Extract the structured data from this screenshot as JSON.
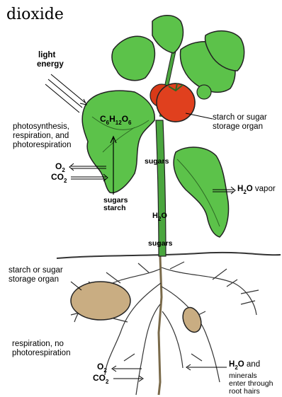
{
  "header": {
    "word": "dioxide"
  },
  "labels": {
    "light_energy_line1": "light",
    "light_energy_line2": "energy",
    "photosynthesis_line1": "photosynthesis,",
    "photosynthesis_line2": "respiration, and",
    "photosynthesis_line3": "photorespiration",
    "glucose": {
      "c": "C",
      "c_sub": "6",
      "h": "H",
      "h_sub": "12",
      "o": "O",
      "o_sub": "6"
    },
    "leaf_o2": {
      "main": "O",
      "sub": "2"
    },
    "leaf_co2": {
      "main": "CO",
      "sub": "2"
    },
    "sugars_starch_line1": "sugars",
    "sugars_starch_line2": "starch",
    "fruit_storage_line1": "starch or sugar",
    "fruit_storage_line2": "storage organ",
    "stem_sugars_upper": "sugars",
    "h2o_vapor": {
      "h": "H",
      "sub": "2",
      "o": "O",
      "rest": " vapor"
    },
    "stem_h2o": {
      "h": "H",
      "sub": "2",
      "o": "O"
    },
    "stem_sugars_lower": "sugars",
    "root_storage_line1": "starch or sugar",
    "root_storage_line2": "storage organ",
    "respiration_line1": "respiration, no",
    "respiration_line2": "photorespiration",
    "root_o2": {
      "main": "O",
      "sub": "2"
    },
    "root_co2": {
      "main": "CO",
      "sub": "2"
    },
    "minerals": {
      "h": "H",
      "sub": "2",
      "o": "O",
      "rest": " and",
      "line2": "minerals",
      "line3": "enter through",
      "line4": "root hairs"
    }
  },
  "colors": {
    "leaf_green": "#5cc24a",
    "stem_green": "#4aa63e",
    "tomato_red": "#e0401e",
    "tuber_tan": "#c9ad82",
    "root_tan": "#d8c9a8",
    "outline": "#111111"
  }
}
